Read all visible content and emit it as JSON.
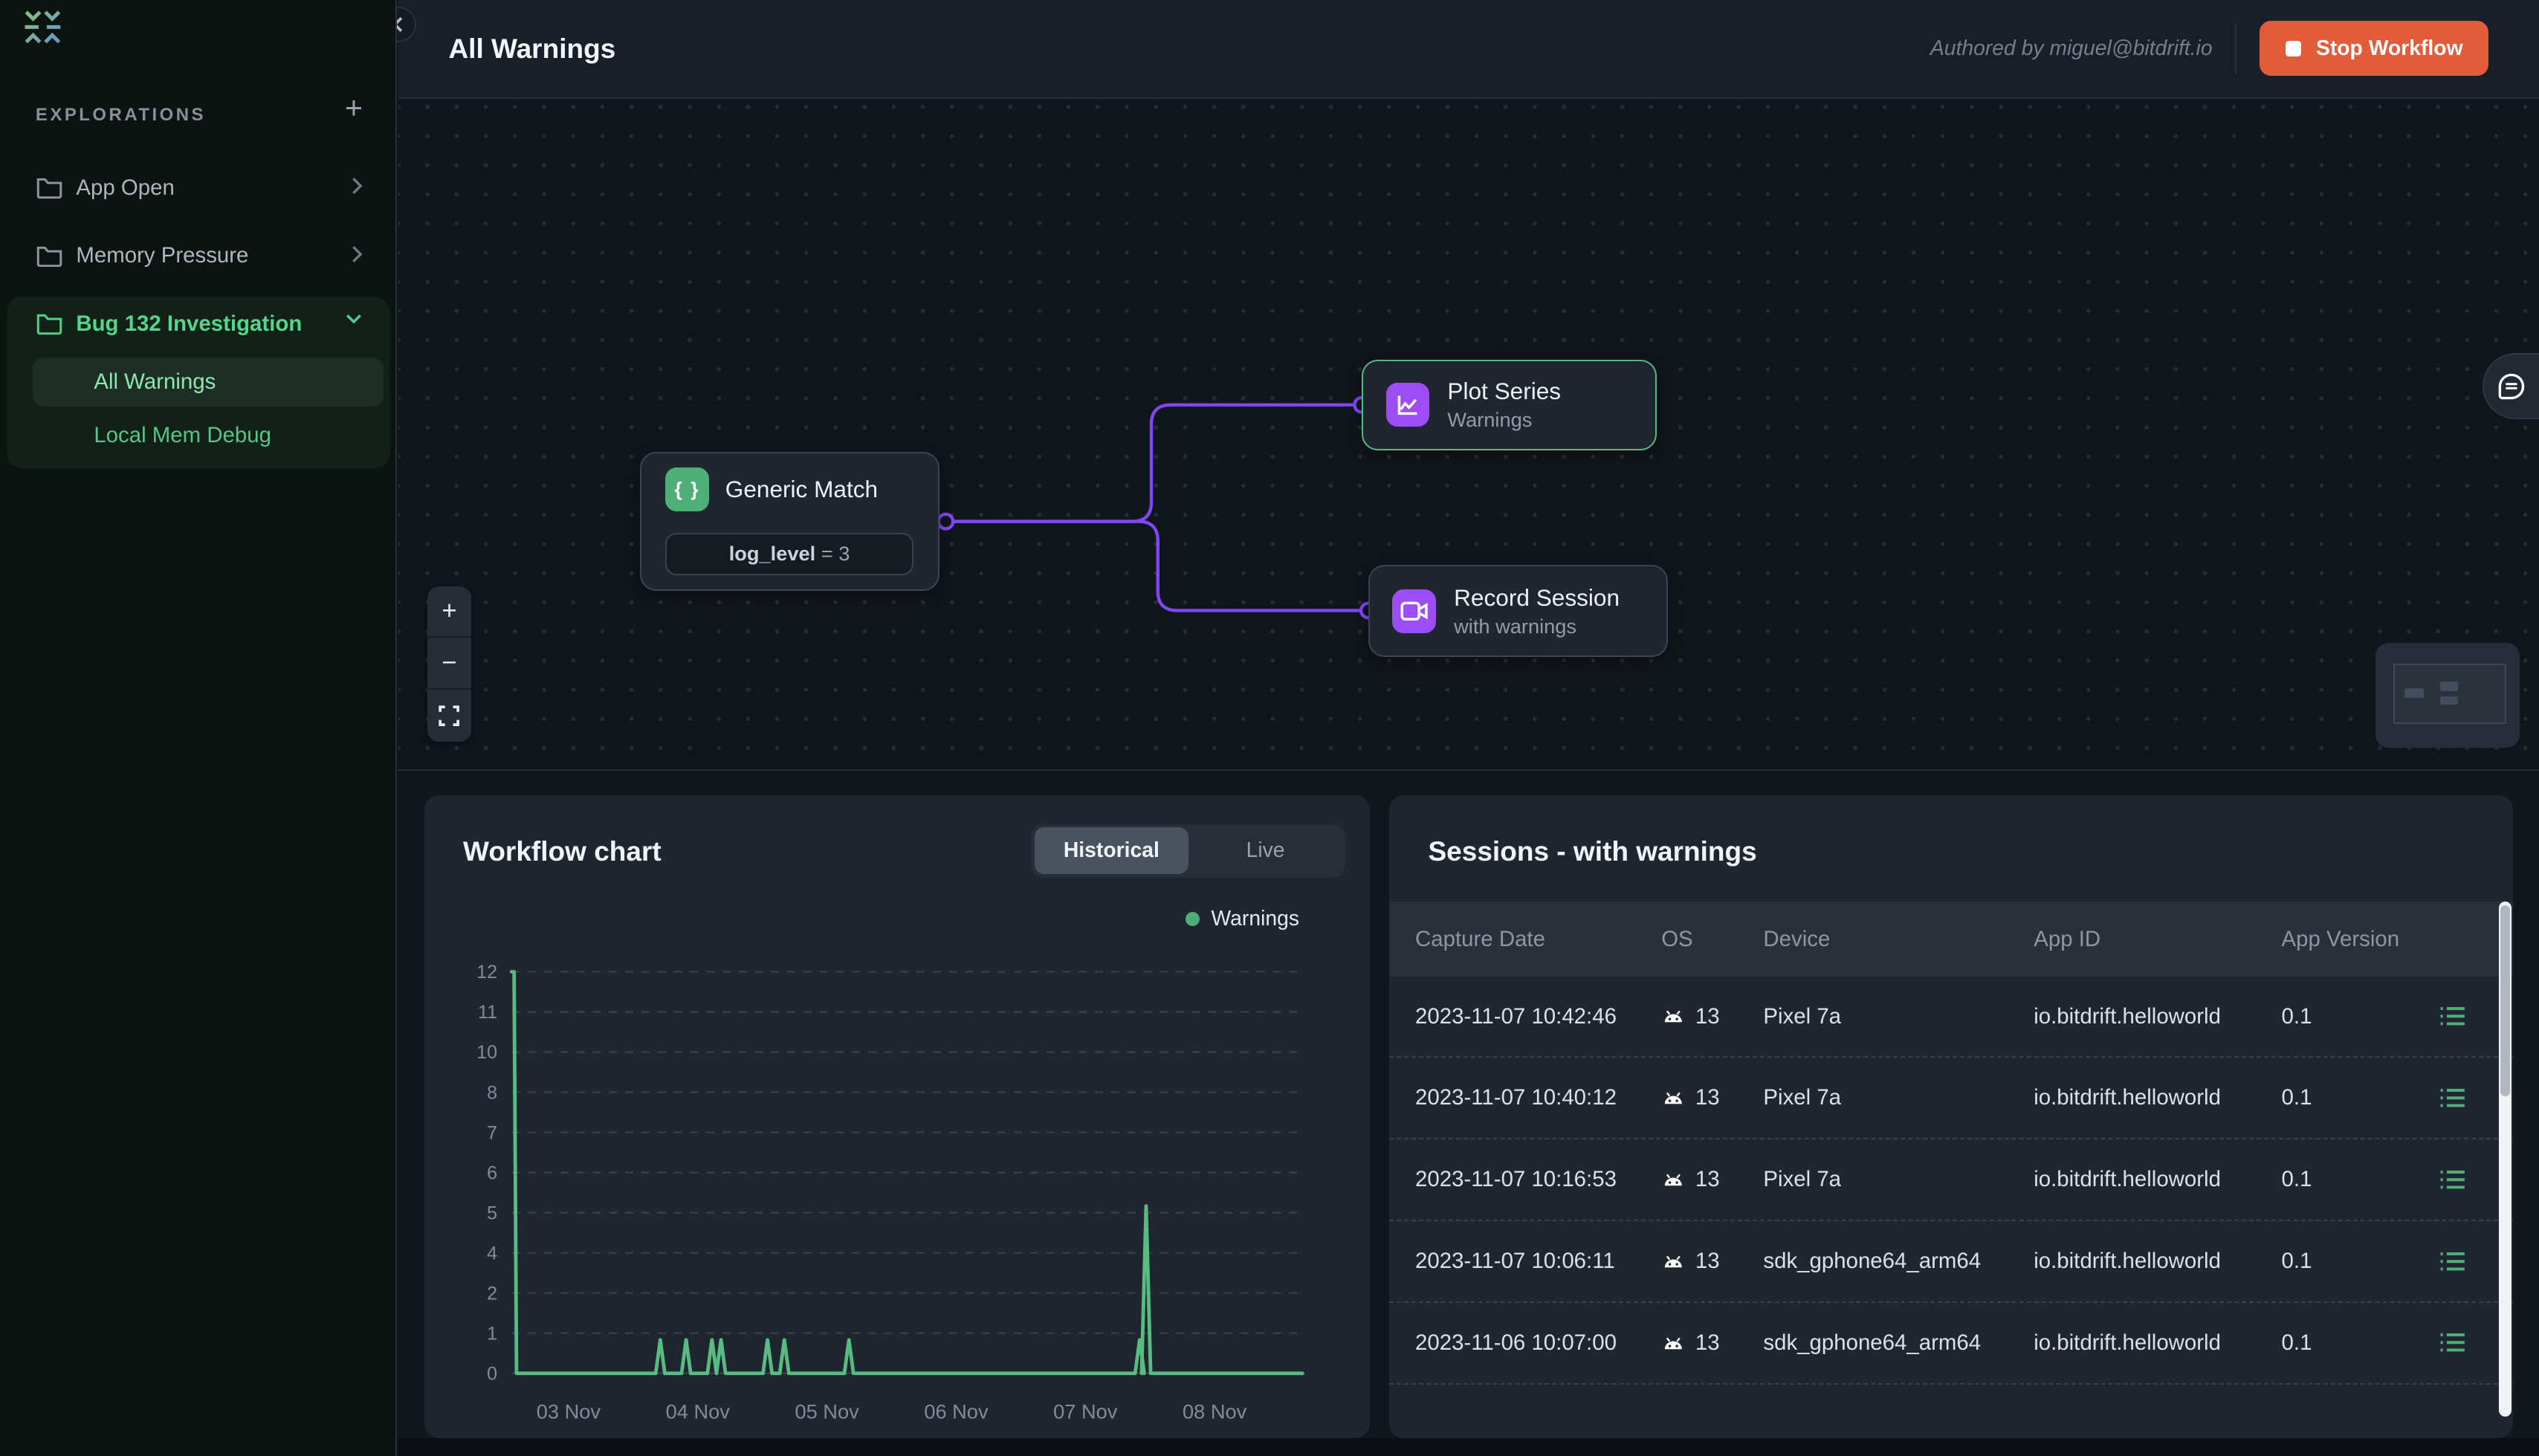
{
  "sidebar": {
    "section_title": "EXPLORATIONS",
    "add_label": "+",
    "items": [
      {
        "label": "App Open"
      },
      {
        "label": "Memory Pressure"
      },
      {
        "label": "Bug 132 Investigation",
        "expanded": true,
        "children": [
          {
            "label": "All Warnings",
            "selected": true
          },
          {
            "label": "Local Mem Debug",
            "selected": false
          }
        ]
      }
    ]
  },
  "topbar": {
    "title": "All Warnings",
    "authored_by": "Authored by miguel@bitdrift.io",
    "stop_button": "Stop Workflow",
    "stop_button_color": "#e25b3a"
  },
  "canvas": {
    "edge_color": "#8247f5",
    "nodes": [
      {
        "title": "Generic Match",
        "icon": "braces-icon",
        "icon_glyph": "{ }",
        "icon_color": "#4faf79",
        "condition_key": "log_level",
        "condition_rest": " = 3"
      },
      {
        "title": "Plot Series",
        "subtitle": "Warnings",
        "icon": "line-chart-icon",
        "icon_color": "#9b4df7",
        "selected": true
      },
      {
        "title": "Record Session",
        "subtitle": "with warnings",
        "icon": "video-camera-icon",
        "icon_color": "#9b4df7"
      }
    ]
  },
  "workflow_chart": {
    "title": "Workflow chart",
    "tabs": [
      {
        "label": "Historical",
        "active": true
      },
      {
        "label": "Live",
        "active": false
      }
    ],
    "legend": [
      {
        "label": "Warnings",
        "color": "#4faf79"
      }
    ]
  },
  "chart_data": {
    "type": "line",
    "title": "Workflow chart",
    "xlabel": "",
    "ylabel": "",
    "ylim": [
      0,
      12
    ],
    "grid": "dashed-horizontal",
    "legend_position": "top-right",
    "x_ticks": [
      "03 Nov",
      "04 Nov",
      "05 Nov",
      "06 Nov",
      "07 Nov",
      "08 Nov"
    ],
    "y_ticks": [
      "12",
      "11",
      "10",
      "8",
      "7",
      "6",
      "5",
      "4",
      "2",
      "1",
      "0"
    ],
    "series": [
      {
        "name": "Warnings",
        "color": "#58bb81",
        "baseline": 0,
        "start": {
          "day": -0.44,
          "value": 12
        },
        "end_day": 5.68,
        "spikes": [
          {
            "day": 0.71,
            "value": 1
          },
          {
            "day": 0.91,
            "value": 1
          },
          {
            "day": 1.11,
            "value": 1
          },
          {
            "day": 1.18,
            "value": 1
          },
          {
            "day": 1.54,
            "value": 1
          },
          {
            "day": 1.67,
            "value": 1
          },
          {
            "day": 2.17,
            "value": 1
          },
          {
            "day": 4.42,
            "value": 1
          },
          {
            "day": 4.47,
            "value": 5
          }
        ]
      }
    ]
  },
  "sessions": {
    "title": "Sessions - with warnings",
    "columns": [
      "Capture Date",
      "OS",
      "Device",
      "App ID",
      "App Version"
    ],
    "rows": [
      {
        "capture_date": "2023-11-07 10:42:46",
        "os": "13",
        "device": "Pixel 7a",
        "app_id": "io.bitdrift.helloworld",
        "app_version": "0.1"
      },
      {
        "capture_date": "2023-11-07 10:40:12",
        "os": "13",
        "device": "Pixel 7a",
        "app_id": "io.bitdrift.helloworld",
        "app_version": "0.1"
      },
      {
        "capture_date": "2023-11-07 10:16:53",
        "os": "13",
        "device": "Pixel 7a",
        "app_id": "io.bitdrift.helloworld",
        "app_version": "0.1"
      },
      {
        "capture_date": "2023-11-07 10:06:11",
        "os": "13",
        "device": "sdk_gphone64_arm64",
        "app_id": "io.bitdrift.helloworld",
        "app_version": "0.1"
      },
      {
        "capture_date": "2023-11-06 10:07:00",
        "os": "13",
        "device": "sdk_gphone64_arm64",
        "app_id": "io.bitdrift.helloworld",
        "app_version": "0.1"
      }
    ]
  }
}
